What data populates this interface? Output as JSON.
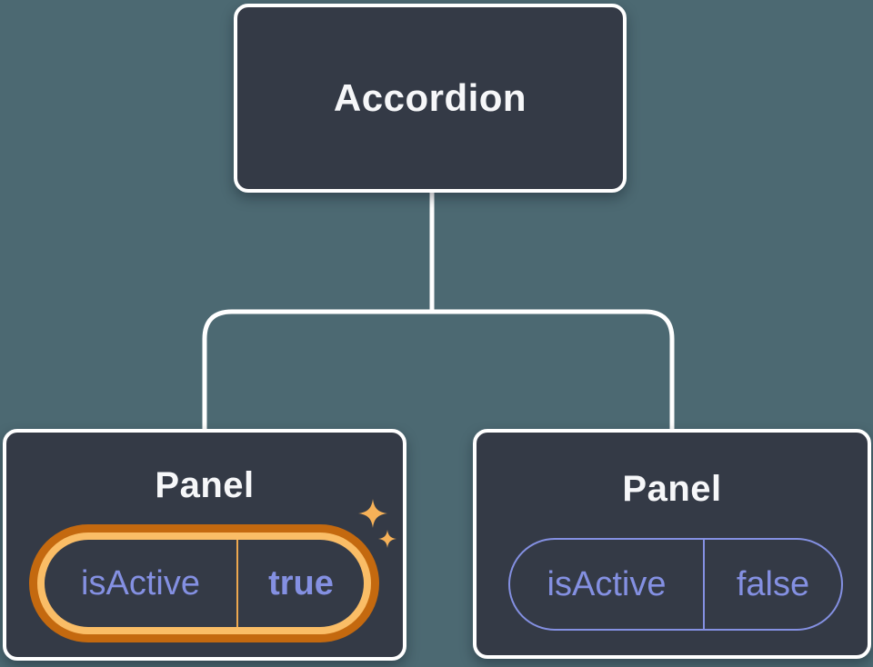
{
  "diagram": {
    "background_color": "#4C6972",
    "node_fill_color": "#343A46",
    "node_border_color": "#FFFFFF",
    "connector_color": "#FFFFFF",
    "title_text_color": "#F6F7F9",
    "state_text_color": "#8490E2",
    "root_node": {
      "label": "Accordion"
    },
    "panel_nodes": [
      {
        "label": "Panel",
        "state_name": "isActive",
        "state_value": "true",
        "highlighted": true,
        "highlight_outer_color": "#C4690F",
        "highlight_inner_color": "#FABD66",
        "divider_color": "#EDA84F",
        "sparkle_color": "#F6B158"
      },
      {
        "label": "Panel",
        "state_name": "isActive",
        "state_value": "false",
        "highlighted": false,
        "pill_border_color": "#8490E2"
      }
    ]
  }
}
